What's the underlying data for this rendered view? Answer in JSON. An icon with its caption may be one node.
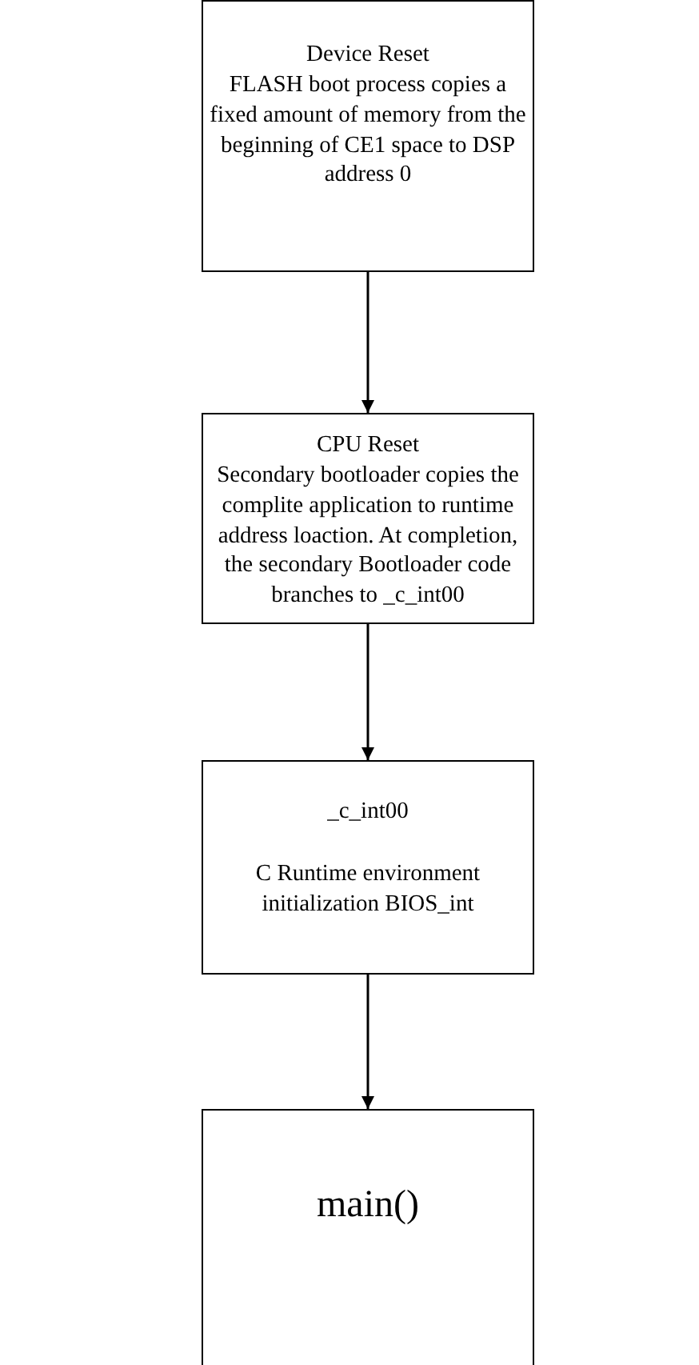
{
  "diagram": {
    "nodes": [
      {
        "text": [
          "Device Reset",
          "FLASH boot process copies a fixed amount of memory from the beginning of CE1 space to DSP address 0"
        ]
      },
      {
        "text": [
          "CPU Reset",
          "Secondary bootloader copies the complite application to runtime address loaction. At completion, the secondary Bootloader code branches to _c_int00"
        ]
      },
      {
        "text": [
          "_c_int00",
          "C Runtime environment initialization BIOS_int"
        ]
      },
      {
        "text": [
          "main()"
        ]
      }
    ],
    "edges": [
      {
        "from": 0,
        "to": 1,
        "arrow": "to"
      },
      {
        "from": 1,
        "to": 2,
        "arrow": "to"
      },
      {
        "from": 2,
        "to": 3,
        "arrow": "to"
      }
    ]
  }
}
